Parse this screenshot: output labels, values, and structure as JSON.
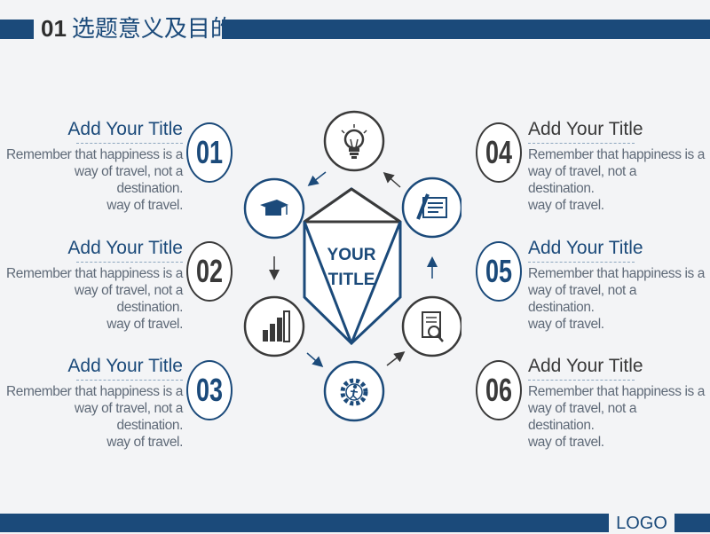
{
  "header": {
    "number": "01",
    "title": "选题意义及目的"
  },
  "center": {
    "line1": "YOUR",
    "line2": "TITLE"
  },
  "left_items": [
    {
      "number": "01",
      "title": "Add Your Title",
      "line1": "Remember that happiness is a",
      "line2": "way of travel, not a destination.",
      "line3": "way of travel.",
      "color": "#1b4a7a"
    },
    {
      "number": "02",
      "title": "Add Your Title",
      "line1": "Remember that happiness is a",
      "line2": "way of travel, not a destination.",
      "line3": "way of travel.",
      "color": "#3a3a3a"
    },
    {
      "number": "03",
      "title": "Add Your Title",
      "line1": "Remember that happiness is a",
      "line2": "way of travel, not a destination.",
      "line3": "way of travel.",
      "color": "#1b4a7a"
    }
  ],
  "right_items": [
    {
      "number": "04",
      "title": "Add Your Title",
      "line1": "Remember that happiness is a",
      "line2": "way of travel, not a destination.",
      "line3": "way of travel.",
      "color": "#3a3a3a"
    },
    {
      "number": "05",
      "title": "Add Your Title",
      "line1": "Remember that happiness is a",
      "line2": "way of travel, not a destination.",
      "line3": "way of travel.",
      "color": "#1b4a7a"
    },
    {
      "number": "06",
      "title": "Add Your Title",
      "line1": "Remember that happiness is a",
      "line2": "way of travel, not a destination.",
      "line3": "way of travel.",
      "color": "#3a3a3a"
    }
  ],
  "cycle_icons": [
    "lightbulb-icon",
    "pen-document-icon",
    "magnifier-document-icon",
    "gear-person-icon",
    "bar-chart-icon",
    "graduation-cap-icon"
  ],
  "footer": {
    "logo": "LOGO"
  },
  "colors": {
    "primary": "#1b4a7a",
    "dark": "#3a3a3a",
    "background": "#f3f4f6"
  }
}
